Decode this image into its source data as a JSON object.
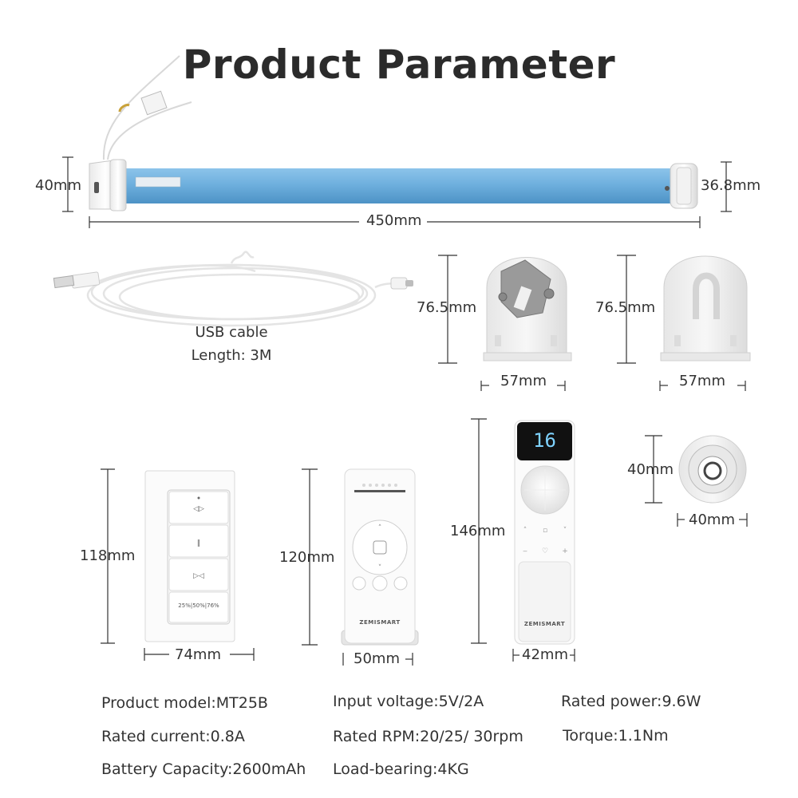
{
  "title": "Product Parameter",
  "motor": {
    "diameter_left": "40mm",
    "diameter_right": "36.8mm",
    "length": "450mm"
  },
  "usb": {
    "line1": "USB cable",
    "line2": "Length: 3M"
  },
  "bracket1": {
    "height": "76.5mm",
    "width": "57mm"
  },
  "bracket2": {
    "height": "76.5mm",
    "width": "57mm"
  },
  "adapter": {
    "height": "40mm",
    "width": "40mm"
  },
  "wall_switch": {
    "height": "118mm",
    "width": "74mm",
    "level_labels": "25%|50%|76%"
  },
  "remote1": {
    "height": "120mm",
    "width": "50mm",
    "brand": "ZEMISMART"
  },
  "remote2": {
    "height": "146mm",
    "width": "42mm",
    "brand": "ZEMISMART",
    "display": "16"
  },
  "specs": {
    "model": "Product model:MT25B",
    "voltage": "Input voltage:5V/2A",
    "power": "Rated power:9.6W",
    "current": "Rated current:0.8A",
    "rpm": "Rated RPM:20/25/ 30rpm",
    "torque": "Torque:1.1Nm",
    "battery": "Battery Capacity:2600mAh",
    "load": "Load-bearing:4KG"
  },
  "colors": {
    "motor_tube": "#6fb0de",
    "dimension_line": "#333333",
    "display_bg": "#111111",
    "display_text": "#7fd3ff"
  }
}
